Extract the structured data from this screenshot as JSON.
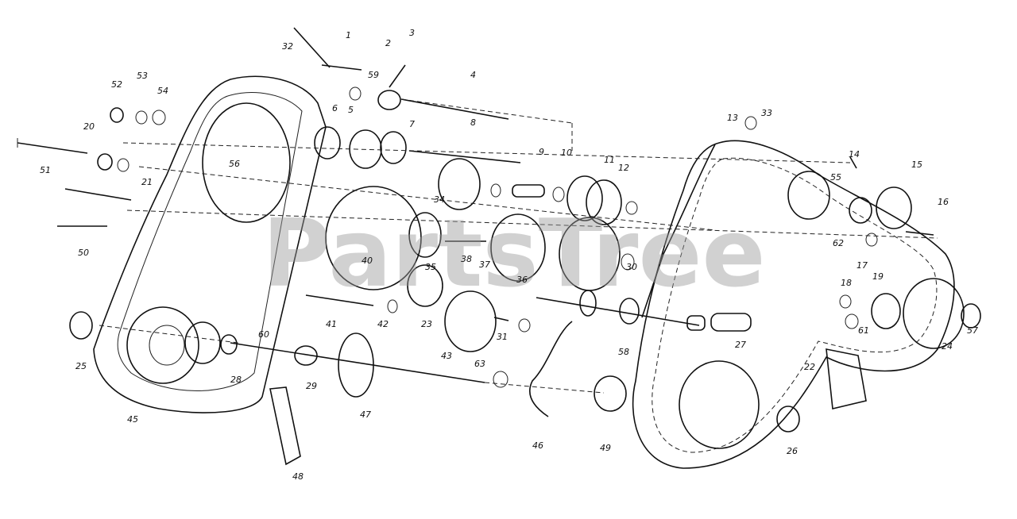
{
  "watermark": "PartsTree",
  "part_labels": [
    "1",
    "2",
    "3",
    "4",
    "5",
    "6",
    "7",
    "8",
    "9",
    "10",
    "11",
    "12",
    "13",
    "14",
    "15",
    "16",
    "17",
    "18",
    "19",
    "20",
    "21",
    "22",
    "23",
    "24",
    "25",
    "26",
    "27",
    "28",
    "29",
    "30",
    "31",
    "32",
    "33",
    "34",
    "35",
    "36",
    "37",
    "38",
    "40",
    "41",
    "42",
    "43",
    "45",
    "46",
    "47",
    "48",
    "49",
    "50",
    "51",
    "52",
    "53",
    "54",
    "55",
    "56",
    "57",
    "58",
    "59",
    "60",
    "61",
    "62",
    "63"
  ]
}
